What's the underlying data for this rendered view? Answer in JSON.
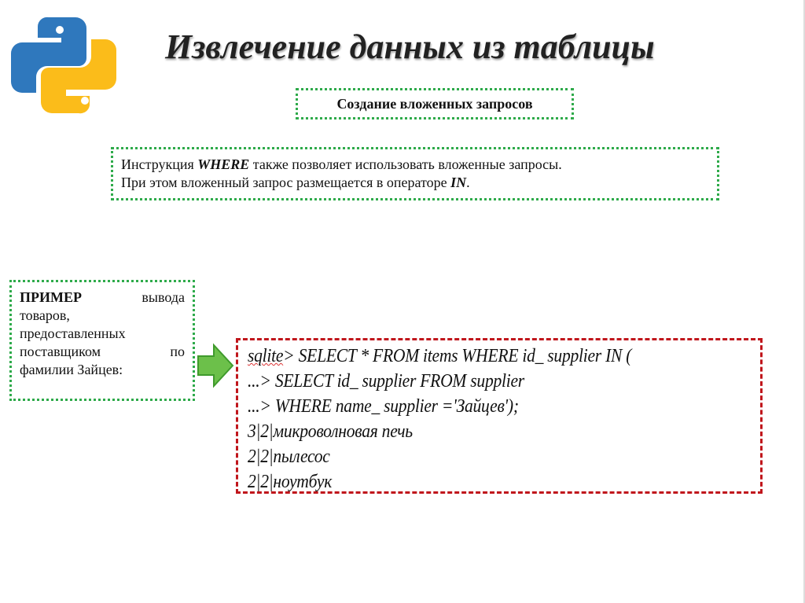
{
  "slide": {
    "title": "Извлечение данных из таблицы",
    "subtitle": "Создание вложенных запросов",
    "intro": {
      "line1_pre": "Инструкция ",
      "line1_kw": "WHERE",
      "line1_post": " также позволяет использовать вложенные запросы.",
      "line2_pre": "При этом вложенный запрос размещается в операторе ",
      "line2_kw": "IN",
      "line2_post": "."
    },
    "example": {
      "bold": "ПРИМЕР",
      "rest1": " вывода",
      "line2": "товаров,",
      "line3": "предоставленных",
      "line4": "поставщиком по",
      "line5": "фамилии Зайцев:"
    },
    "code": {
      "prompt": "sqlite",
      "line1": "> SELECT * FROM items WHERE id_ supplier IN (",
      "line2": "...> SELECT id_ supplier FROM supplier",
      "line3": "...> WHERE name_ supplier ='Зайцев');",
      "results": [
        "3|2|микроволновая печь",
        "2|2|пылесос",
        "2|2|ноутбук"
      ]
    },
    "colors": {
      "python_blue": "#2f78bd",
      "python_yellow": "#fbbc1a",
      "green_border": "#2eaa4a",
      "red_border": "#c0161c",
      "arrow_green": "#6cc04a"
    }
  }
}
